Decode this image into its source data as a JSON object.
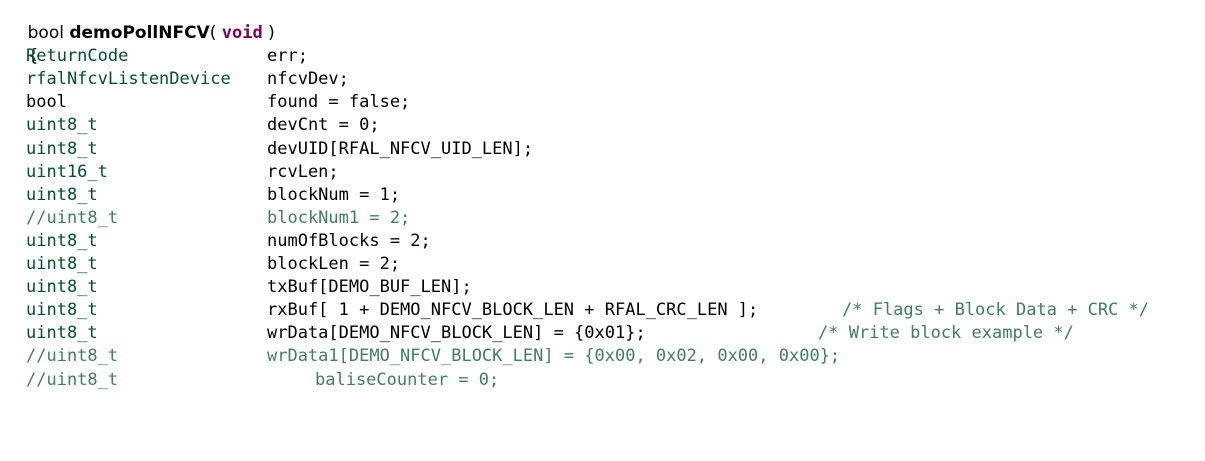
{
  "signature": {
    "return_type": "bool ",
    "name": "demoPollNFCV",
    "open": "( ",
    "param": "void",
    "close": " )"
  },
  "open_brace": "{",
  "lines": [
    {
      "type": "ReturnCode",
      "decl": "err;"
    },
    {
      "type": "rfalNfcvListenDevice",
      "decl": "nfcvDev;"
    },
    {
      "type": "bool",
      "decl": "found = false;"
    },
    {
      "type": "uint8_t",
      "decl": "devCnt = 0;"
    },
    {
      "type": "uint8_t",
      "decl": "devUID[RFAL_NFCV_UID_LEN];"
    },
    {
      "type": "uint16_t",
      "decl": "rcvLen;"
    },
    {
      "type": "uint8_t",
      "decl": "blockNum = 1;"
    },
    {
      "type": "//uint8_t",
      "decl": "blockNum1 = 2;"
    },
    {
      "type": "uint8_t",
      "decl": "numOfBlocks = 2;"
    },
    {
      "type": "uint8_t",
      "decl": "blockLen = 2;"
    },
    {
      "type": "uint8_t",
      "decl": "txBuf[DEMO_BUF_LEN];"
    },
    {
      "type": "uint8_t",
      "decl": "rxBuf[ 1 + DEMO_NFCV_BLOCK_LEN + RFAL_CRC_LEN ];",
      "trailing_comment": "/* Flags + Block Data + CRC */"
    },
    {
      "type": "uint8_t",
      "decl": "wrData[DEMO_NFCV_BLOCK_LEN] = {0x01};",
      "trailing_comment": "/* Write block example */"
    },
    {
      "type": "//uint8_t",
      "decl": "wrData1[DEMO_NFCV_BLOCK_LEN] = {0x00, 0x02, 0x00, 0x00};"
    },
    {
      "type": "//uint8_t",
      "decl": "baliseCounter = 0;"
    }
  ],
  "colors": {
    "keyword": "#7f0055",
    "type": "#005032",
    "comment": "#3f7f5f",
    "text": "#000000",
    "background": "#ffffff"
  }
}
